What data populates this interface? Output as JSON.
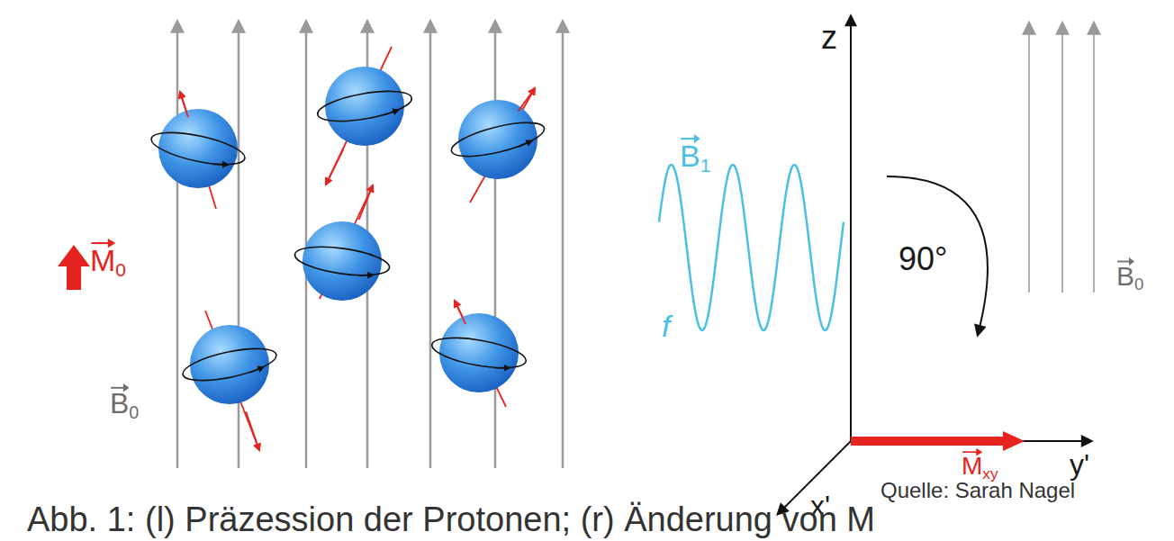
{
  "diagram": {
    "caption": "Abb. 1: (l) Präzession der Protonen; (r) Änderung von M",
    "labels": [
      "M0",
      "B0",
      "z",
      "B1",
      "f",
      "90°",
      "B0",
      "y'",
      "Mxy",
      "x'",
      "Quelle: Sarah Nagel"
    ]
  }
}
